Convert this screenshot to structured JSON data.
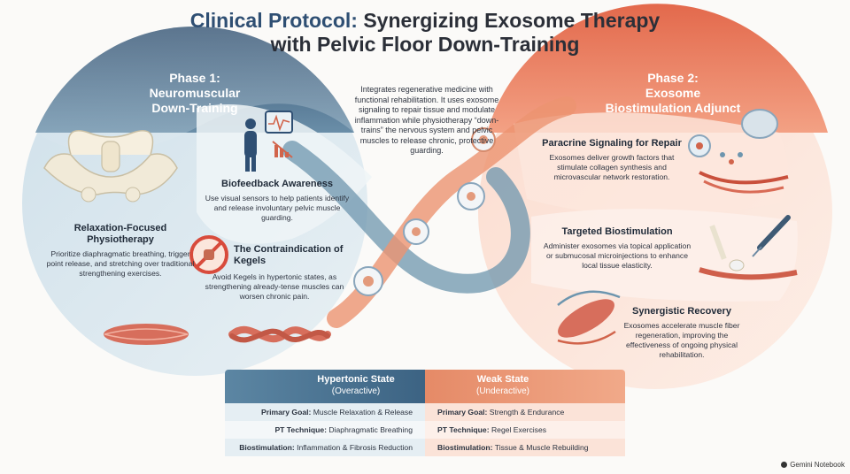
{
  "header": {
    "title_accent": "Clinical Protocol:",
    "title_rest": " Synergizing Exosome Therapy",
    "title_line2": "with Pelvic Floor Down-Training"
  },
  "intro": "Integrates regenerative medicine with functional rehabilitation. It uses exosome signaling to repair tissue and modulate inflammation while physiotherapy “down-trains” the nervous system and pelvic muscles to release chronic, protective guarding.",
  "phase1": {
    "title": "Phase 1:\nNeuromuscular\nDown-Training",
    "relax": {
      "heading": "Relaxation-Focused Physiotherapy",
      "text": "Prioritize diaphragmatic breathing, trigger point release, and stretching over traditional strengthening exercises."
    },
    "biofeedback": {
      "heading": "Biofeedback Awareness",
      "text": "Use visual sensors to help patients identify and release involuntary pelvic muscle guarding."
    },
    "kegels": {
      "heading": "The Contraindication of Kegels",
      "text": "Avoid Kegels in hypertonic states, as strengthening already-tense muscles can worsen chronic pain."
    }
  },
  "phase2": {
    "title": "Phase 2:\nExosome\nBiostimulation Adjunct",
    "paracrine": {
      "heading": "Paracrine Signaling for Repair",
      "text": "Exosomes deliver growth factors that stimulate collagen synthesis and microvascular network restoration."
    },
    "targeted": {
      "heading": "Targeted Biostimulation",
      "text": "Administer exosomes via topical application or submucosal microinjections to enhance local tissue elasticity."
    },
    "synergy": {
      "heading": "Synergistic Recovery",
      "text": "Exosomes accelerate muscle fiber regeneration, improving the effectiveness of ongoing physical rehabilitation."
    }
  },
  "table": {
    "left_header": "Hypertonic State",
    "left_sub": "(Overactive)",
    "right_header": "Weak State",
    "right_sub": "(Underactive)",
    "rows": [
      {
        "label": "Primary Goal:",
        "left": " Muscle Relaxation & Release",
        "right": " Strength & Endurance"
      },
      {
        "label": "PT Technique:",
        "left": " Diaphragmatic Breathing",
        "right": " Regel Exercises"
      },
      {
        "label": "Biostimulation:",
        "left": " Inflammation & Fibrosis Reduction",
        "right": " Tissue & Muscle Rebuilding"
      }
    ]
  },
  "watermark": "Gemini Notebook",
  "colors": {
    "navy": "#2f4f73",
    "coral": "#e8775a",
    "blue_light": "#dce8ef",
    "peach_light": "#fbe6dc"
  }
}
